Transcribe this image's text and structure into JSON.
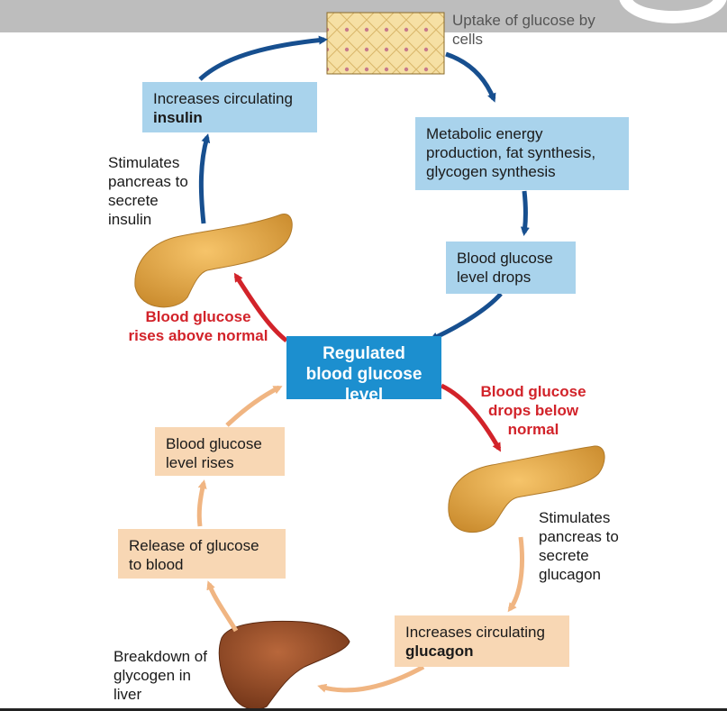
{
  "colors": {
    "blue_arrow": "#174f8f",
    "red_arrow": "#d2232a",
    "tan_arrow": "#f0b582",
    "blue_box": "#a9d3ec",
    "tan_box": "#f8d7b4",
    "center_box": "#1c8fcf"
  },
  "icons": [
    "cells-icon",
    "pancreas-icon",
    "liver-icon"
  ],
  "boxes": {
    "uptake": "Uptake of glucose by cells",
    "insulin_l1": "Increases circulating",
    "insulin_l2": "insulin",
    "metabolic": "Metabolic energy production, fat synthesis, glycogen synthesis",
    "drops": "Blood glucose level drops",
    "center": "Regulated blood glucose level",
    "rises": "Blood glucose level rises",
    "release": "Release of glucose to blood",
    "glucagon_l1": "Increases circulating",
    "glucagon_l2": "glucagon"
  },
  "labels": {
    "stim_insulin": "Stimulates pancreas to secrete insulin",
    "rises_above": "Blood glucose rises above normal",
    "drops_below": "Blood glucose drops below normal",
    "stim_glucagon": "Stimulates pancreas to secrete glucagon",
    "breakdown": "Breakdown of glycogen in liver"
  }
}
